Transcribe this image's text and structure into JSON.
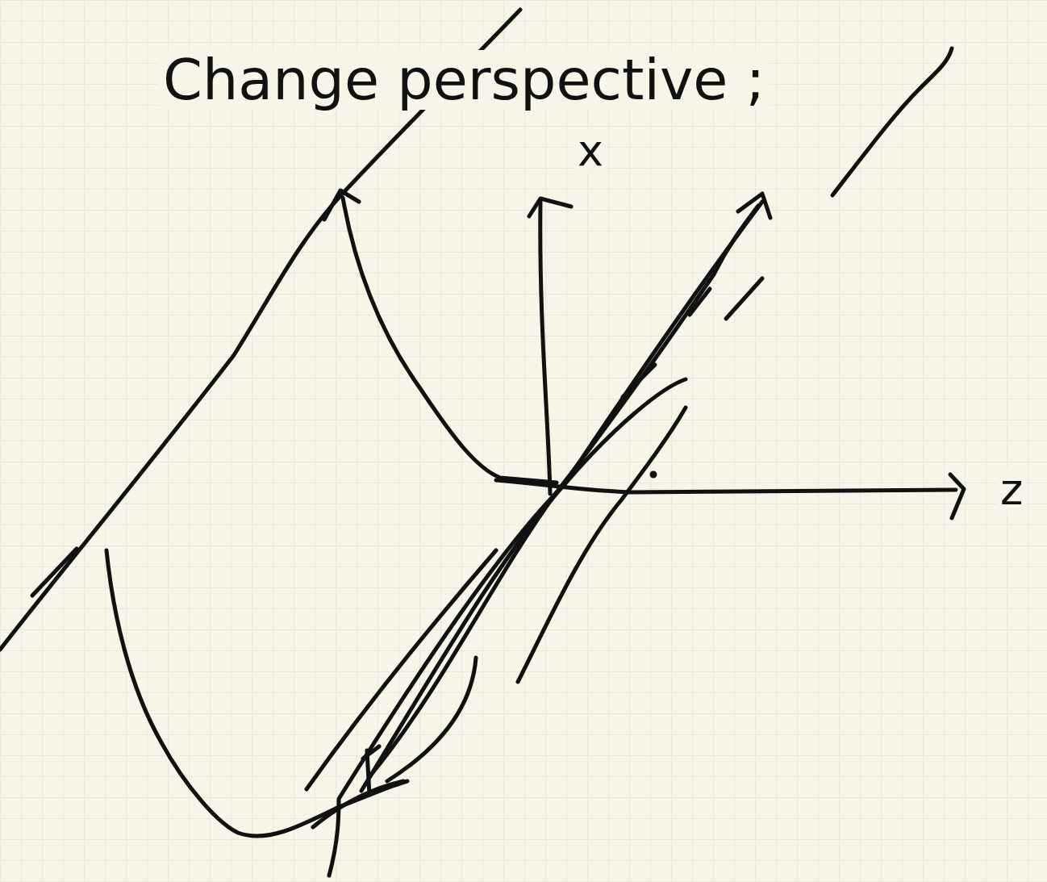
{
  "diagram": {
    "title": "Change perspective ;",
    "labels": [
      "x",
      "z"
    ]
  }
}
